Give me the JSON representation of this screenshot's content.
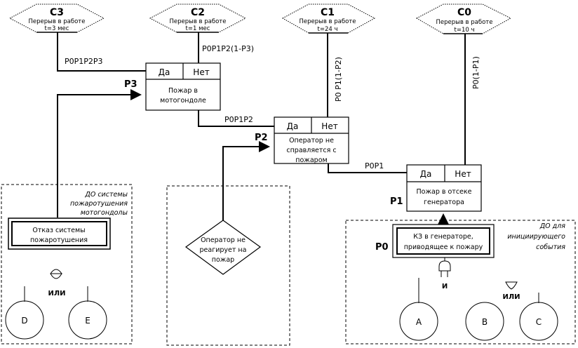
{
  "outcomes": [
    {
      "id": "C3",
      "label": "C3",
      "line1": "Перерыв в работе",
      "line2": "t=3 мес"
    },
    {
      "id": "C2",
      "label": "C2",
      "line1": "Перерыв в работе",
      "line2": "t=1 мес"
    },
    {
      "id": "C1",
      "label": "C1",
      "line1": "Перерыв в работе",
      "line2": "t=24 ч"
    },
    {
      "id": "C0",
      "label": "C0",
      "line1": "Перерыв в работе",
      "line2": "t=10 ч"
    }
  ],
  "branch_labels": {
    "c3": "P0P1P2P3",
    "c2": "P0P1P2(1-P3)",
    "c1": "P0 P1(1-P2)",
    "c0": "P0(1-P1)",
    "to_operator": "P0P1P2",
    "to_generator_fire": "P0P1"
  },
  "events": [
    {
      "id": "nacelle-fire",
      "yes": "Да",
      "no": "Нет",
      "line1": "Пожар в",
      "line2": "мотогондоле",
      "prob": "P3"
    },
    {
      "id": "operator",
      "yes": "Да",
      "no": "Нет",
      "line1": "Оператор не",
      "line2": "справляется с",
      "line3": "пожаром",
      "prob": "P2"
    },
    {
      "id": "generator-fire",
      "yes": "Да",
      "no": "Нет",
      "line1": "Пожар в отсеке",
      "line2": "генератора",
      "prob": "P1"
    }
  ],
  "fault_trees": {
    "fire_system": {
      "title1": "ДО системы",
      "title2": "пожаротушения",
      "title3": "мотогондолы",
      "top1": "Отказ системы",
      "top2": "пожаротушения",
      "gate": "ИЛИ",
      "basic": [
        "D",
        "E"
      ]
    },
    "operator": {
      "diamond1": "Оператор не",
      "diamond2": "реагирует на",
      "diamond3": "пожар"
    },
    "initiating": {
      "title1": "ДО для",
      "title2": "инициирующего",
      "title3": "события",
      "top1": "КЗ в генераторе,",
      "top2": "приводящее к пожару",
      "prob": "P0",
      "and_gate": "И",
      "or_gate": "ИЛИ",
      "basic": [
        "A",
        "B",
        "C"
      ]
    }
  }
}
